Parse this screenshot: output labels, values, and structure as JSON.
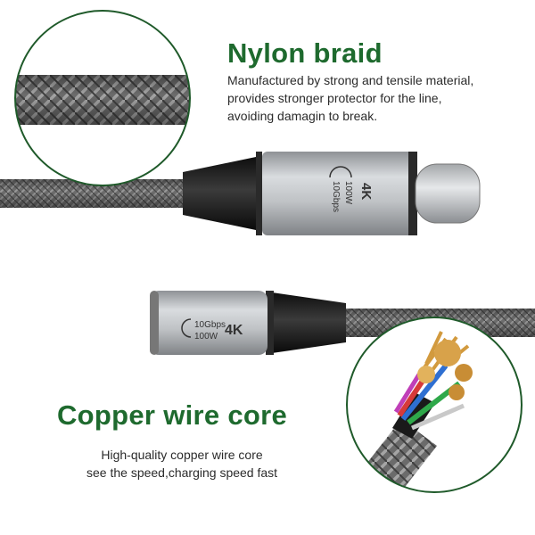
{
  "nylon": {
    "title": "Nylon braid",
    "description_lines": [
      "Manufactured by strong and tensile material,",
      "provides stronger protector for the line,",
      "avoiding damagin to break."
    ]
  },
  "copper": {
    "title": "Copper wire core",
    "description_lines": [
      "High-quality copper wire core",
      "see the speed,charging speed fast"
    ]
  },
  "connector_labels": {
    "male": {
      "speed": "10",
      "speed_unit": "Gbps",
      "power": "100",
      "power_unit": "W",
      "resolution": "4K"
    },
    "female": {
      "speed": "10",
      "speed_unit": "Gbps",
      "power": "100",
      "power_unit": "W",
      "resolution": "4K"
    }
  },
  "colors": {
    "heading_green": "#1e6a2e",
    "braid_gray": "#6d6d6d",
    "aluminum": "#b9bcbf",
    "copper": "#d29a3e",
    "callout_circle": "#1f5a2a"
  },
  "icons": [
    "cable-magnifier-icon",
    "copper-core-icon"
  ]
}
